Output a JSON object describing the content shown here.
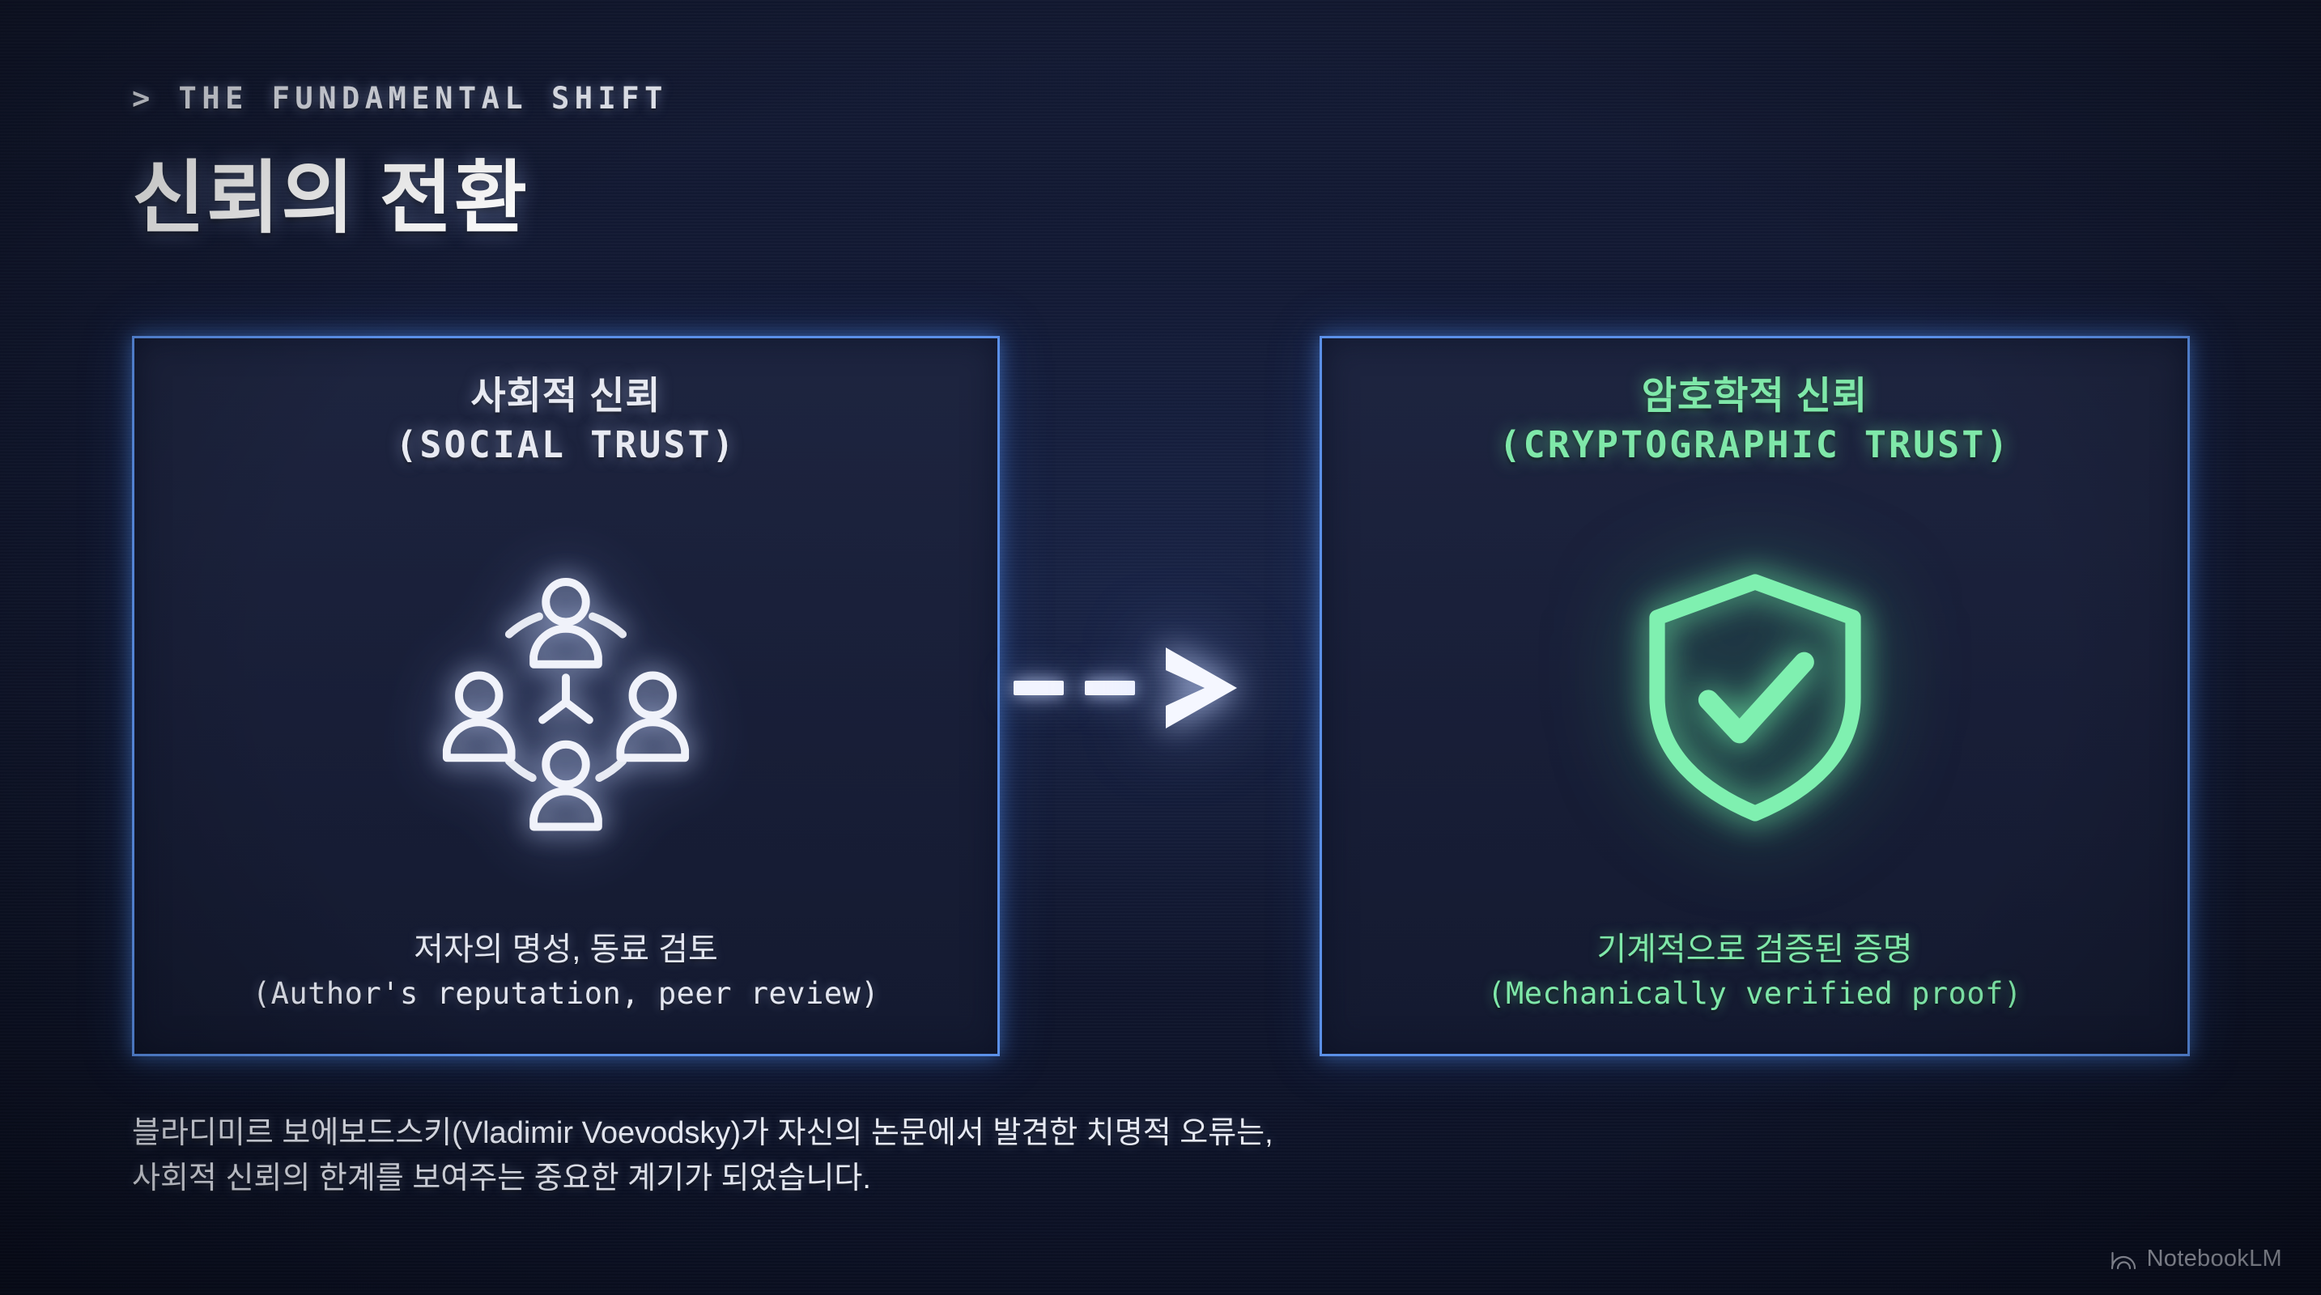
{
  "slide": {
    "eyebrow": "> THE FUNDAMENTAL SHIFT",
    "title": "신뢰의 전환"
  },
  "cards": [
    {
      "id": "social-trust",
      "title_ko": "사회적 신뢰",
      "title_en": "(SOCIAL  TRUST)",
      "caption_ko": "저자의 명성, 동료 검토",
      "caption_en": "(Author's reputation, peer review)",
      "icon": "people-network-icon",
      "accent": "#e8eaf2",
      "border": "#5b90e8"
    },
    {
      "id": "cryptographic-trust",
      "title_ko": "암호학적 신뢰",
      "title_en": "(CRYPTOGRAPHIC  TRUST)",
      "caption_ko": "기계적으로 검증된 증명",
      "caption_en": "(Mechanically verified proof)",
      "icon": "shield-check-icon",
      "accent": "#7fe8a9",
      "border": "#5b90e8"
    }
  ],
  "arrow": {
    "glyph": "-->",
    "name": "transition-arrow",
    "color": "#f2f4ff"
  },
  "footer": {
    "line1": "블라디미르 보에보드스키(Vladimir Voevodsky)가 자신의 논문에서 발견한 치명적 오류는,",
    "line2": "사회적 신뢰의 한계를 보여주는 중요한 계기가 되었습니다."
  },
  "watermark": {
    "label": "NotebookLM",
    "icon": "notebooklm-arc-icon"
  },
  "colors": {
    "background": "#131a33",
    "card_fill": "#1e2540",
    "card_border": "#5b90e8",
    "text_primary": "#ffffff",
    "text_muted": "#e6e9f3",
    "accent_green": "#7fe8a9"
  }
}
